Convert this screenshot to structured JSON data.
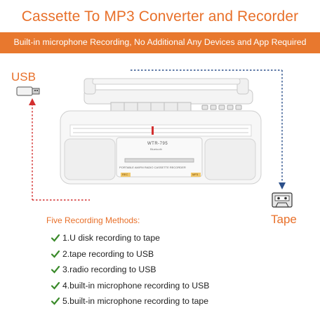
{
  "header": {
    "title": "Cassette To MP3 Converter and Recorder",
    "subtitle": "Built-in microphone Recording, No Additional Any Devices and  App Required"
  },
  "labels": {
    "usb": "USB",
    "tape": "Tape"
  },
  "device": {
    "model": "WTR-795",
    "bluetooth": "Bluetooth",
    "description": "PORTABLE AM/FM RADIO CASSETTE RECORDER",
    "badge_left": "REC",
    "badge_right": "MP3"
  },
  "methods": {
    "title": "Five Recording Methods:",
    "items": [
      "1.U disk recording to tape",
      "2.tape recording to USB",
      "3.radio recording to USB",
      "4.built-in microphone recording to USB",
      "5.built-in microphone recording to tape"
    ]
  },
  "colors": {
    "accent": "#e8702a",
    "arrow_red": "#d32f2f",
    "arrow_blue": "#2b4f8a",
    "check_green": "#3a8a2a"
  }
}
